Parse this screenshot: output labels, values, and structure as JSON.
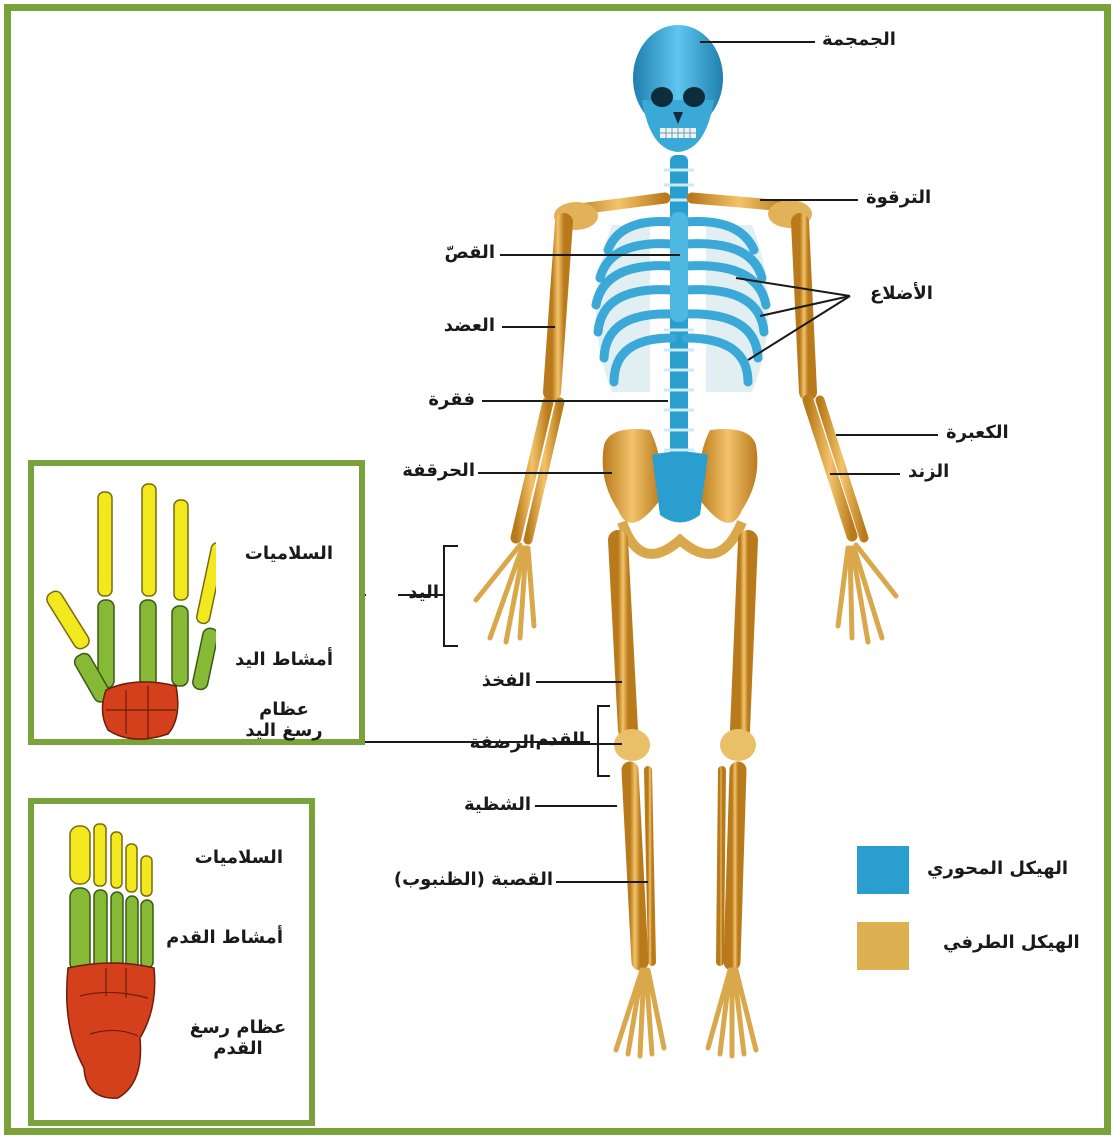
{
  "labels": {
    "skull": "الجمجمة",
    "clavicle": "الترقوة",
    "sternum": "القصّ",
    "ribs": "الأضلاع",
    "humerus": "العضد",
    "vertebra": "فقرة",
    "radius": "الكعبرة",
    "ulna": "الزند",
    "pelvis": "الحرقفة",
    "hand": "اليد",
    "femur": "الفخذ",
    "patella": "الرضفة",
    "fibula": "الشظية",
    "tibia": "القصبة (الظنبوب)",
    "foot": "القدم"
  },
  "hand_inset": {
    "phalanges": "السلاميات",
    "metacarpals": "أمشاط اليد",
    "carpals": "عظام رسغ اليد"
  },
  "foot_inset": {
    "phalanges": "السلاميات",
    "metatarsals": "أمشاط القدم",
    "tarsals": "عظام رسغ القدم"
  },
  "legend": {
    "axial": "الهيكل المحوري",
    "appendicular": "الهيكل الطرفي"
  },
  "colors": {
    "axial": "#2a9fcf",
    "appendicular": "#ddb052",
    "frame": "#79a23a",
    "phalanges": "#f2e81e",
    "metacarpals": "#86b936",
    "carpals": "#d4401c"
  }
}
